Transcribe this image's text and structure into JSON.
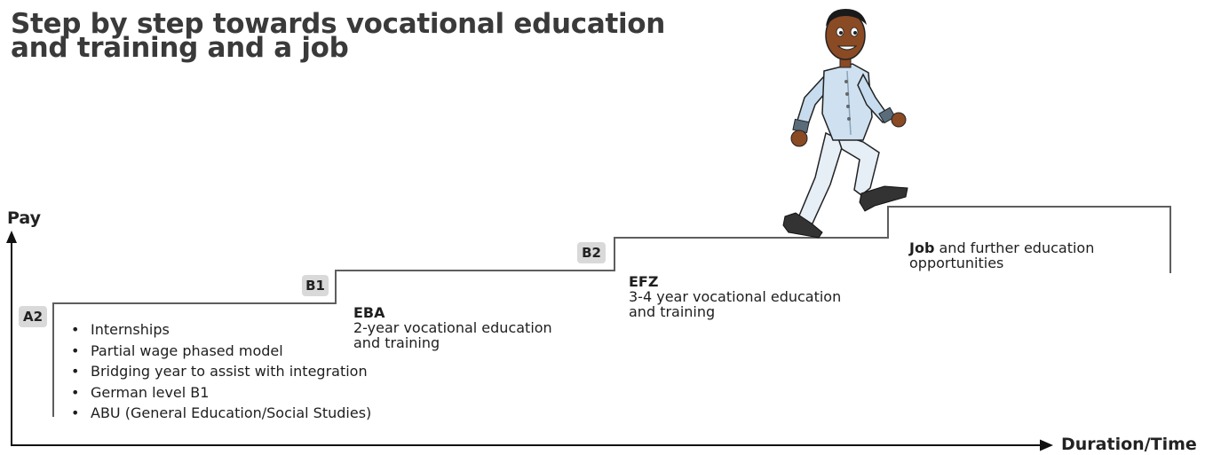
{
  "title": {
    "line1": "Step by step towards vocational education",
    "line2": "and training and a job"
  },
  "axes": {
    "y_label": "Pay",
    "x_label": "Duration/Time"
  },
  "steps": [
    {
      "badge": "A2",
      "items": [
        "Internships",
        "Partial wage phased model",
        "Bridging year to assist with integration",
        "German level B1",
        "ABU (General Education/Social Studies)"
      ]
    },
    {
      "badge": "B1",
      "heading": "EBA",
      "text_line1": "2-year vocational education",
      "text_line2": "and training"
    },
    {
      "badge": "B2",
      "heading": "EFZ",
      "text_line1": "3-4 year vocational education",
      "text_line2": "and training"
    },
    {
      "heading": "Job",
      "text_line1": " and further education",
      "text_line2": "opportunities"
    }
  ],
  "illustration": {
    "icon": "walking-man-icon",
    "skin": "#8a4a24",
    "clothing": "#cfe1f0",
    "shoes": "#333333"
  },
  "colors": {
    "stair_line": "#666666",
    "badge_bg": "#d9d9d9",
    "axis": "#111111"
  }
}
